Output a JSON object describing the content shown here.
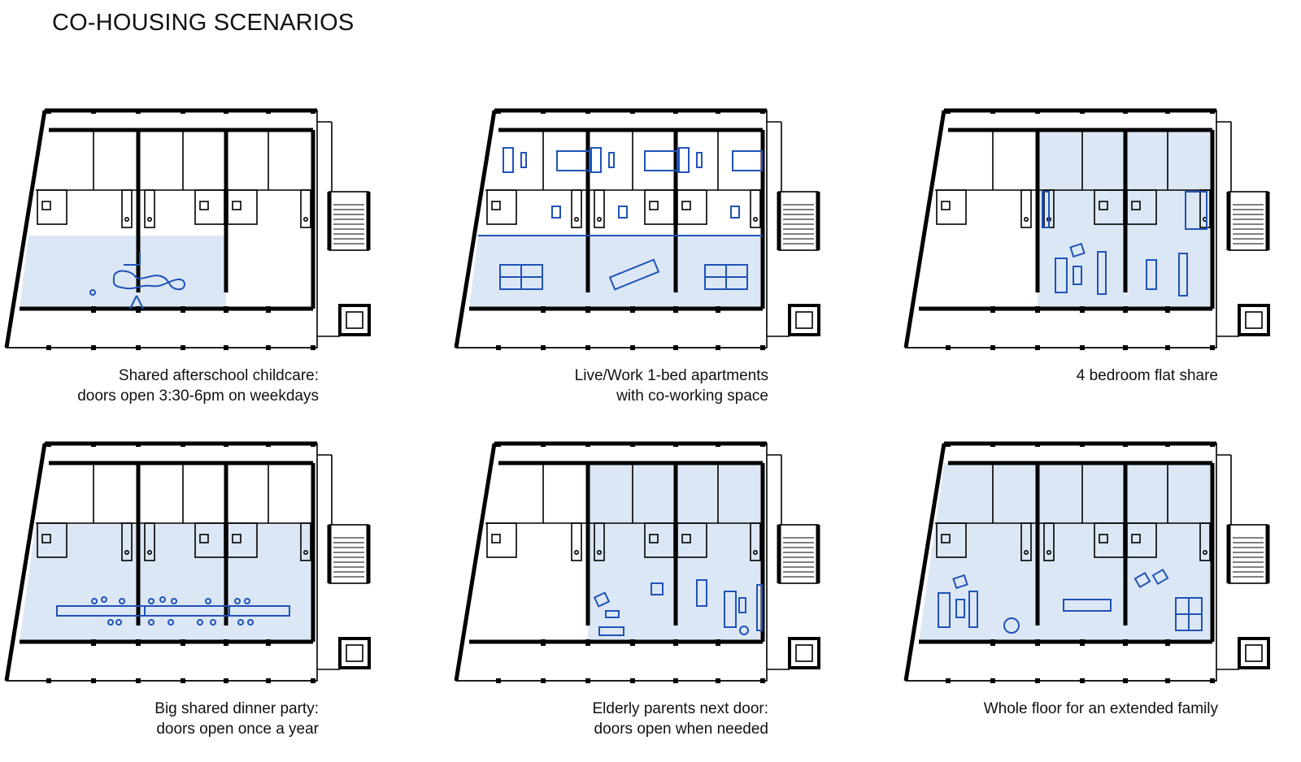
{
  "title": "CO-HOUSING SCENARIOS",
  "colors": {
    "shared_fill": "#dce7f5",
    "furniture_stroke": "#1f53b8",
    "wall": "#000000"
  },
  "scenarios": [
    {
      "id": "childcare",
      "caption_line1": "Shared afterschool childcare:",
      "caption_line2": "doors open 3:30-6pm on weekdays",
      "shared_zones": [
        "living-left",
        "living-right"
      ],
      "furniture": "play-track"
    },
    {
      "id": "live-work",
      "caption_line1": "Live/Work 1-bed apartments",
      "caption_line2": "with co-working space",
      "shared_zones": [
        "bottom-band"
      ],
      "furniture": "desks"
    },
    {
      "id": "flat-share",
      "caption_line1": "4 bedroom flat share",
      "caption_line2": "",
      "shared_zones": [
        "right-block"
      ],
      "furniture": "flat-share"
    },
    {
      "id": "dinner-party",
      "caption_line1": "Big shared dinner party:",
      "caption_line2": "doors open once a year",
      "shared_zones": [
        "full-middle"
      ],
      "furniture": "long-table"
    },
    {
      "id": "elderly-parents",
      "caption_line1": "Elderly parents next door:",
      "caption_line2": "doors open when needed",
      "shared_zones": [
        "right-block"
      ],
      "furniture": "elderly"
    },
    {
      "id": "extended-family",
      "caption_line1": "Whole floor for an extended family",
      "caption_line2": "",
      "shared_zones": [
        "whole-floor"
      ],
      "furniture": "family"
    }
  ]
}
